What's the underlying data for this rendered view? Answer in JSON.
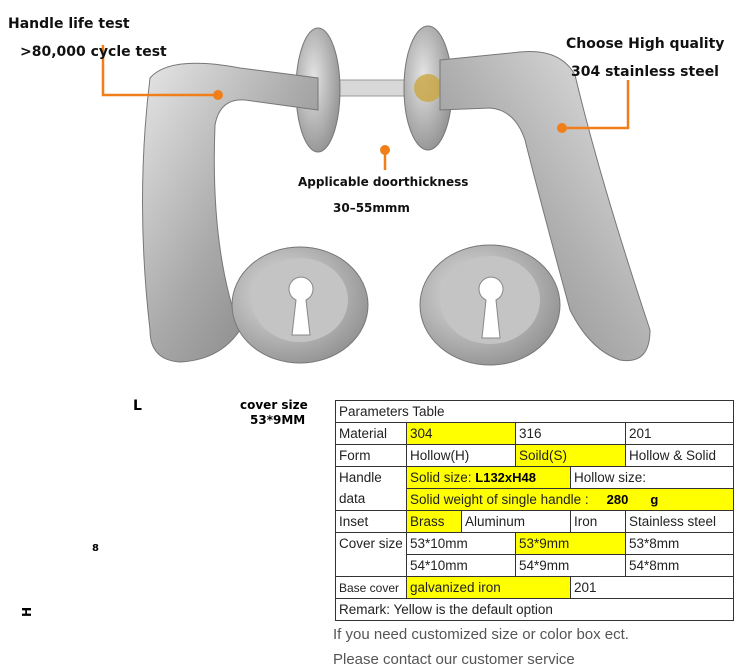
{
  "callouts": {
    "life_test_1": "Handle life test",
    "life_test_2": ">80,000 cycle test",
    "quality_1": "Choose High quality",
    "quality_2": "304 stainless steel",
    "door_1": "Applicable doorthickness",
    "door_2": "30–55mmm"
  },
  "diagram": {
    "length_label": "L",
    "cover_label": "cover size",
    "cover_value": "53*9MM",
    "spindle_label": "8",
    "height_label": "H"
  },
  "table": {
    "title": "Parameters Table",
    "material": {
      "label": "Material",
      "options": [
        "304",
        "316",
        "201"
      ]
    },
    "form": {
      "label": "Form",
      "options": [
        "Hollow(H)",
        "Soild(S)",
        "Hollow & Solid"
      ]
    },
    "handle": {
      "label_1": "Handle",
      "label_2": "data",
      "solid_size_label": "Solid size: ",
      "solid_size_value": "L132xH48",
      "hollow_size": "Hollow size:",
      "weight_label": "Solid weight of single handle :",
      "weight_value": "280",
      "weight_unit": "g"
    },
    "inset": {
      "label": "Inset",
      "options": [
        "Brass",
        "Aluminum",
        "Iron",
        "Stainless steel"
      ]
    },
    "cover": {
      "label": "Cover size",
      "row1": [
        "53*10mm",
        "53*9mm",
        "53*8mm"
      ],
      "row2": [
        "54*10mm",
        "54*9mm",
        "54*8mm"
      ]
    },
    "base": {
      "label": "Base cover",
      "options": [
        "galvanized iron",
        "201"
      ]
    },
    "remark": "Remark: Yellow is the default option"
  },
  "notes": [
    "If you need customized size or color box ect.",
    "Please contact our customer service"
  ],
  "colors": {
    "highlight": "#ffff00",
    "leader": "#f07f1a",
    "steel": "#b8b8b8",
    "diagram": "#5a5654"
  }
}
